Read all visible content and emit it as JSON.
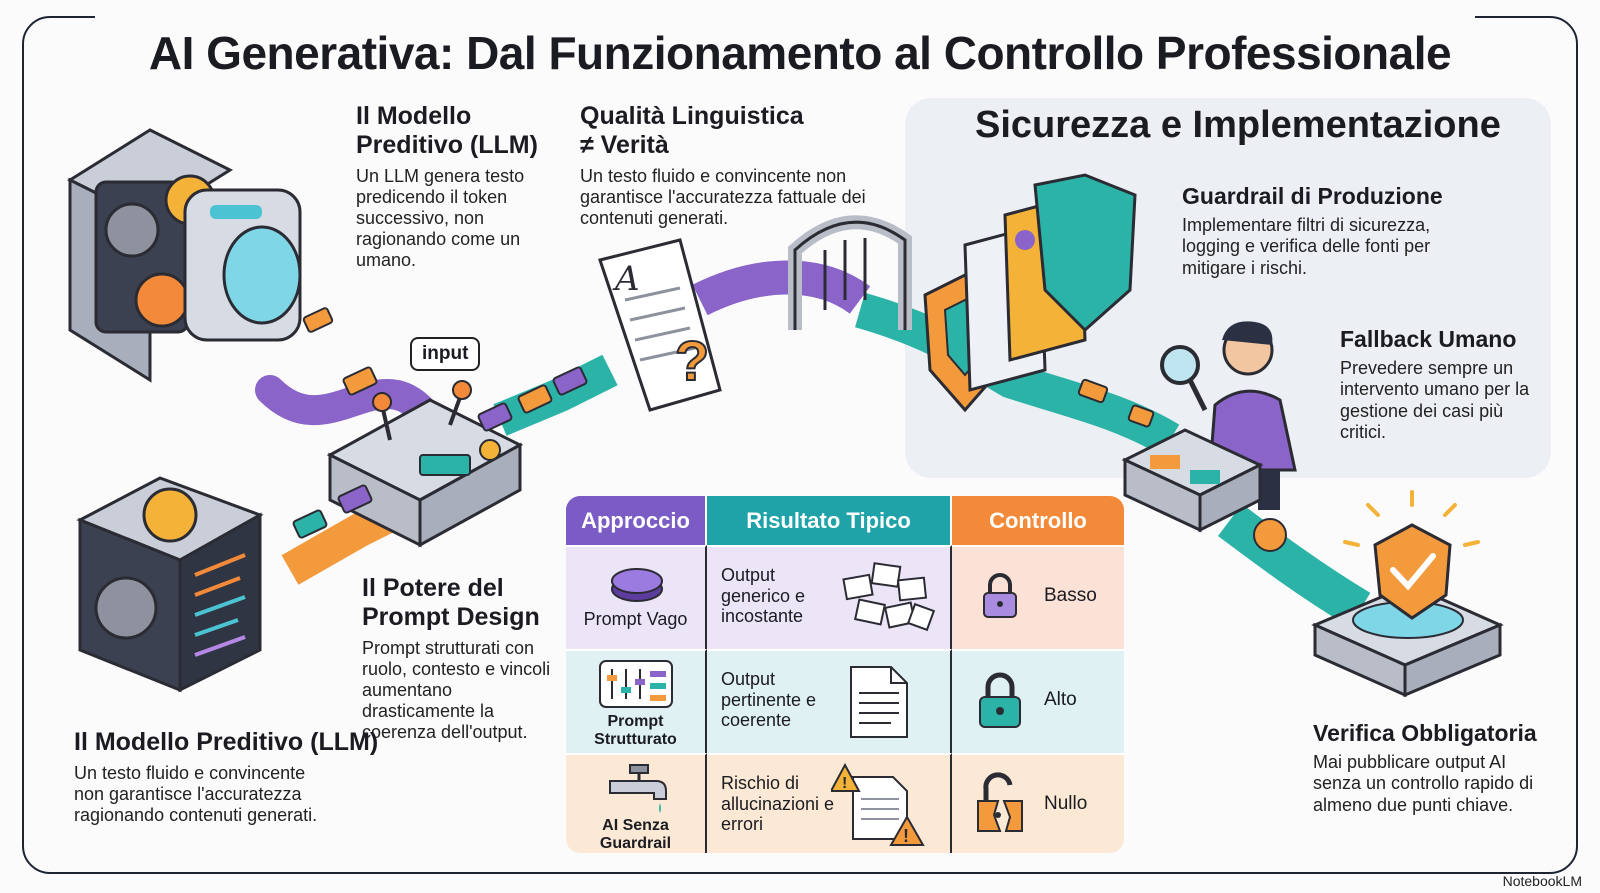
{
  "title": "AI Generativa: Dal Funzionamento al Controllo Professionale",
  "sections": {
    "modello_top": {
      "heading": "Il Modello Preditivo (LLM)",
      "text": "Un LLM genera testo predicendo il token successivo, non ragionando come un umano."
    },
    "qualita": {
      "heading": "Qualità Linguistica ≠ Verità",
      "text": "Un testo fluido e convincente non garantisce l'accuratezza fattuale dei contenuti generati."
    },
    "prompt_design": {
      "heading": "Il Potere del Prompt Design",
      "text": "Prompt strutturati con ruolo, contesto e vincoli aumentano drasticamente la coerenza dell'output."
    },
    "modello_bottom": {
      "heading": "Il Modello Preditivo (LLM)",
      "text": "Un testo fluido e convincente non garantisce l'accuratezza ragionando contenuti generati."
    },
    "panel_title": "Sicurezza e Implementazione",
    "guardrail": {
      "heading": "Guardrail di Produzione",
      "text": "Implementare filtri di sicurezza, logging e verifica delle fonti per mitigare i rischi."
    },
    "fallback": {
      "heading": "Fallback Umano",
      "text": "Prevedere sempre un intervento umano per la gestione dei casi più critici."
    },
    "verifica": {
      "heading": "Verifica Obbligatoria",
      "text": "Mai pubblicare output AI senza un controllo rapido di almeno due punti chiave."
    }
  },
  "input_label": "input",
  "table": {
    "headers": [
      "Approccio",
      "Risultato Tipico",
      "Controllo"
    ],
    "header_colors": [
      "#7b5cc4",
      "#1fa3a8",
      "#f28a3a"
    ],
    "row_colors": [
      "#ece4f7",
      "#dff1f2",
      "#fbe9d5"
    ],
    "ctl_bg": [
      "#fbe1d6",
      "#dff1f2",
      "#fbe9d5"
    ],
    "rows": [
      {
        "approccio": "Prompt Vago",
        "risultato": "Output generico e incostante",
        "controllo": "Basso"
      },
      {
        "approccio": "Prompt Strutturato",
        "risultato": "Output pertinente e coerente",
        "controllo": "Alto"
      },
      {
        "approccio": "AI Senza Guardrail",
        "risultato": "Rischio di allucinazioni e errori",
        "controllo": "Nullo"
      }
    ]
  },
  "watermark": "NotebookLM"
}
